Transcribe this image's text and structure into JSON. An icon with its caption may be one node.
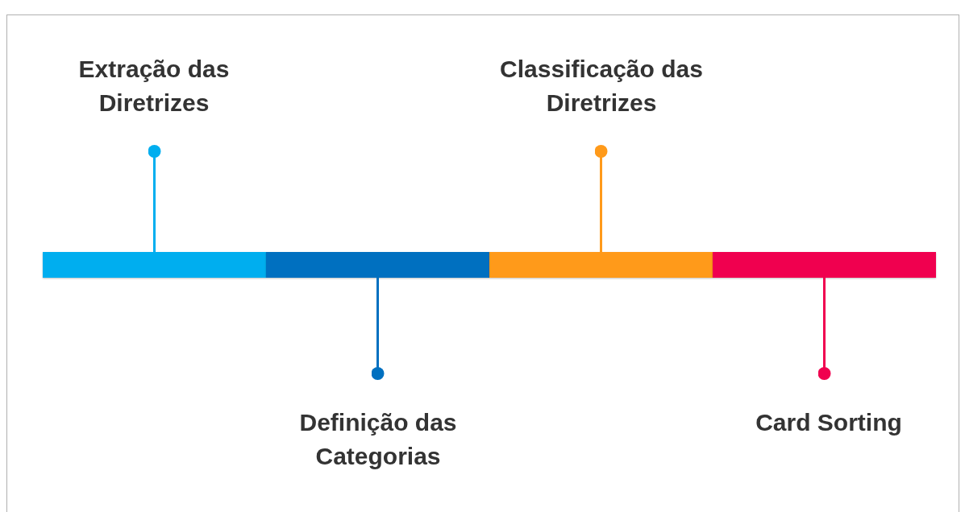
{
  "diagram": {
    "nodes": [
      {
        "text": [
          "Extração das Diretrizes"
        ]
      },
      {
        "text": [
          "Definição das Categorias"
        ]
      },
      {
        "text": [
          "Classificação das Diretrizes"
        ]
      },
      {
        "text": [
          "Card Sorting"
        ]
      },
      {
        "text": [],
        "shape": "bar"
      },
      {
        "text": [],
        "shape": "bar"
      },
      {
        "text": [],
        "shape": "bar"
      },
      {
        "text": [],
        "shape": "bar"
      }
    ],
    "edges": [
      {
        "from": 0,
        "to": 4,
        "arrow": "other",
        "color": "#00aeef"
      },
      {
        "from": 1,
        "to": 5,
        "arrow": "other",
        "color": "#0070c0"
      },
      {
        "from": 2,
        "to": 6,
        "arrow": "other",
        "color": "#ff9a1a"
      },
      {
        "from": 3,
        "to": 7,
        "arrow": "other",
        "color": "#f0004f"
      }
    ]
  }
}
